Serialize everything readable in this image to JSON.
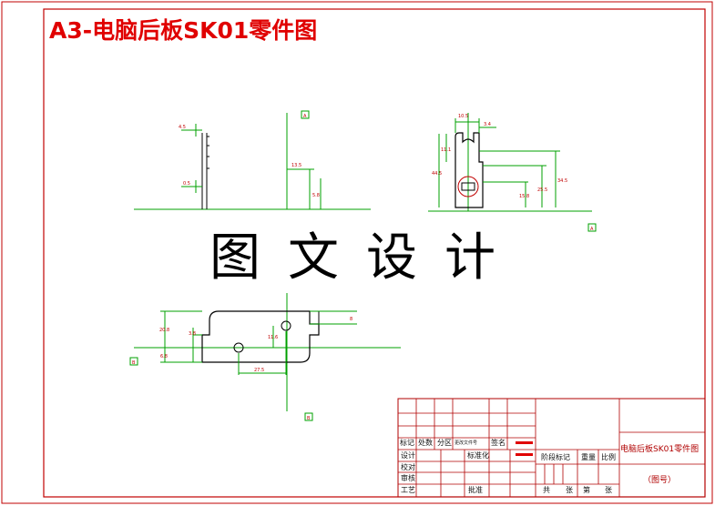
{
  "sheet": {
    "title": "A3-电脑后板SK01零件图",
    "watermark": "图文设计"
  },
  "dimensions": {
    "front": [
      "4.5",
      "0.5",
      "13.5",
      "5.8"
    ],
    "side": [
      "10.5",
      "3.4",
      "11.1",
      "44.5",
      "34.5",
      "25.5",
      "15.8"
    ],
    "top": [
      "20.8",
      "3.8",
      "6.8",
      "11.6",
      "8",
      "27.5"
    ]
  },
  "view_markers": [
    "A",
    "A",
    "B",
    "B"
  ],
  "title_block": {
    "labels": {
      "mark": "标记",
      "count": "处数",
      "zone": "分区",
      "change_doc": "更改文件号",
      "sign": "签名",
      "design": "设计",
      "standardize": "标准化",
      "check": "校对",
      "review": "审核",
      "process": "工艺",
      "approve": "批准",
      "stage_mark": "阶段标记",
      "weight": "重量",
      "scale": "比例",
      "total": "共",
      "sheets": "张",
      "page": "第",
      "sheets2": "张"
    },
    "part_name": "电脑后板SK01零件图",
    "drawing_number": "（图号）",
    "accent": "#c00000",
    "line_color": "#b00000"
  }
}
